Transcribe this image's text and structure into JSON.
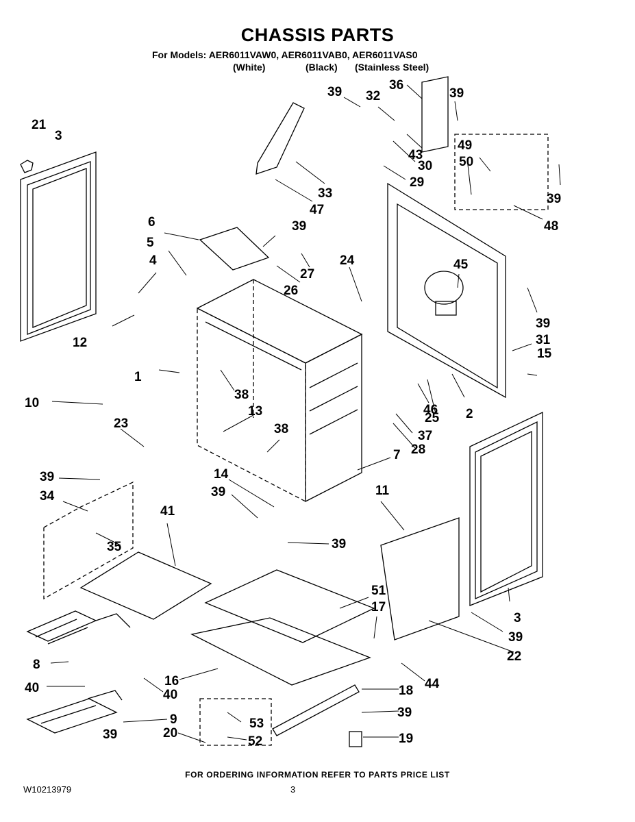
{
  "header": {
    "title": "CHASSIS PARTS",
    "models_line": "For Models: AER6011VAW0, AER6011VAB0, AER6011VAS0",
    "variants": [
      "(White)",
      "(Black)",
      "(Stainless Steel)"
    ]
  },
  "callouts": [
    "1",
    "2",
    "3",
    "3",
    "4",
    "5",
    "6",
    "7",
    "8",
    "9",
    "10",
    "11",
    "12",
    "13",
    "14",
    "15",
    "16",
    "17",
    "18",
    "19",
    "20",
    "21",
    "22",
    "23",
    "24",
    "25",
    "26",
    "27",
    "28",
    "29",
    "30",
    "31",
    "32",
    "33",
    "34",
    "35",
    "36",
    "37",
    "38",
    "38",
    "39",
    "39",
    "39",
    "39",
    "39",
    "39",
    "39",
    "39",
    "39",
    "39",
    "39",
    "40",
    "40",
    "41",
    "43",
    "44",
    "45",
    "46",
    "47",
    "48",
    "49",
    "50",
    "51",
    "52",
    "53"
  ],
  "footer": {
    "ordering_note": "FOR ORDERING INFORMATION REFER TO PARTS PRICE LIST",
    "document_number": "W10213979",
    "page_number": "3"
  }
}
